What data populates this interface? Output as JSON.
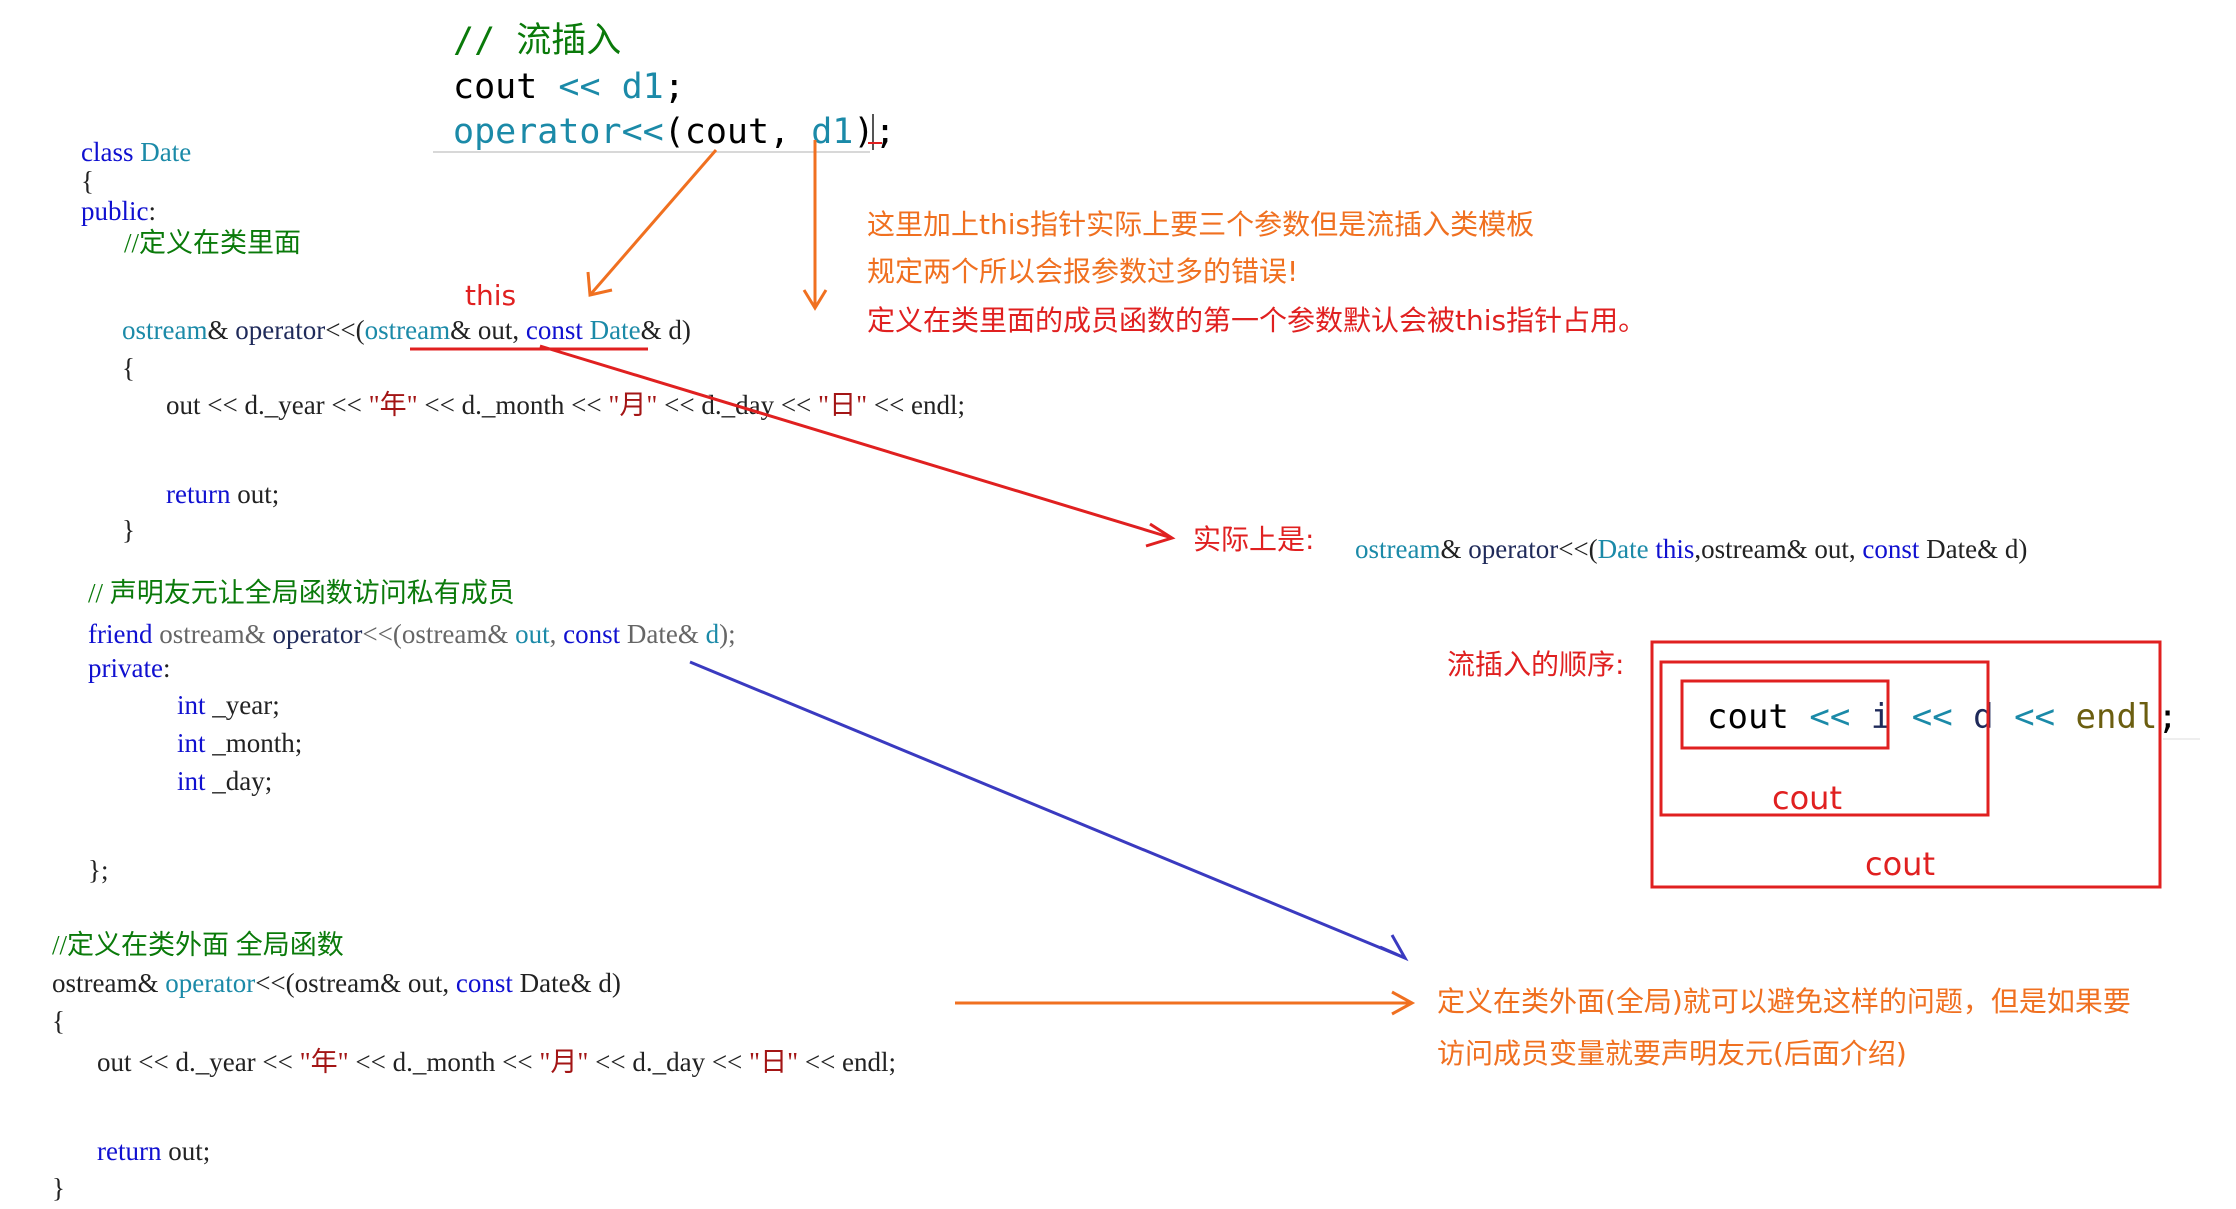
{
  "top_snippet": {
    "comment": "// 流插入",
    "line1_cout": "cout",
    "line1_op": "<<",
    "line1_d1": "d1",
    "line1_end": ";",
    "line2_fn": "operator<<",
    "line2_args": "(cout, ",
    "line2_d1": "d1",
    "line2_end": ");"
  },
  "class_code": {
    "kw_class": "class",
    "name": "Date",
    "open_brace": "{",
    "kw_public": "public",
    "colon": ":",
    "comment_inside": "//定义在类里面",
    "this_label": "this",
    "sig_type": "ostream",
    "sig_amp": "&",
    "sig_fn": "operator",
    "sig_op": "<<(",
    "sig_p1": "ostream",
    "sig_p1b": "& out, ",
    "sig_const": "const",
    "sig_date": "Date",
    "sig_end": "& d)",
    "body_open": "{",
    "body_out": "out << d._year << ",
    "str_year": "\"年\"",
    "body_mid1": " << d._month << ",
    "str_month": "\"月\"",
    "body_mid2": " << d._day << ",
    "str_day": "\"日\"",
    "body_endl": " << endl;",
    "kw_return": "return",
    "return_val": " out;",
    "body_close": "}",
    "comment_friend": "// 声明友元让全局函数访问私有成员",
    "kw_friend": "friend",
    "friend_t1": " ostream& ",
    "friend_fn": "operator",
    "friend_op": "<<",
    "friend_args1": "(ostream& ",
    "friend_out": "out",
    "friend_comma": ", ",
    "friend_const": "const",
    "friend_date": " Date& ",
    "friend_d": "d",
    "friend_end": ");",
    "kw_private": "private",
    "kw_int": "int",
    "member_year": " _year;",
    "member_month": " _month;",
    "member_day": " _day;",
    "class_end": "};"
  },
  "global_code": {
    "comment": "//定义在类外面 全局函数",
    "sig_t": "ostream& ",
    "sig_fn": "operator",
    "sig_args": "<<(ostream& out, ",
    "sig_const": "const",
    "sig_end": " Date& d)",
    "open": "{",
    "body_out": "out << d._year << ",
    "str_year": "\"年\"",
    "body_mid1": " << d._month << ",
    "str_month": "\"月\"",
    "body_mid2": " << d._day << ",
    "str_day": "\"日\"",
    "body_endl": " << endl;",
    "kw_return": "return",
    "return_val": " out;",
    "close": "}"
  },
  "annotations": {
    "note_line1": "这里加上this指针实际上要三个参数但是流插入类模板",
    "note_line2": "规定两个所以会报参数过多的错误!",
    "note_line3": "定义在类里面的成员函数的第一个参数默认会被this指针占用。",
    "actual_label": "实际上是:",
    "actual_type": "ostream",
    "actual_amp": "& ",
    "actual_fn": "operator",
    "actual_op": "<<(",
    "actual_date": "Date ",
    "actual_this": "this",
    "actual_mid": ",ostream& out, ",
    "actual_const": "const",
    "actual_end": " Date& d)",
    "order_label": "流插入的顺序:",
    "order_cout": "cout",
    "order_op1": " << ",
    "order_i": "i",
    "order_op2": " << ",
    "order_d": "d",
    "order_op3": " << ",
    "order_endl": "endl",
    "order_semi": ";",
    "inner_cout": "cout",
    "outer_cout": "cout",
    "global_note1": "定义在类外面(全局)就可以避免这样的问题，但是如果要",
    "global_note2": "访问成员变量就要声明友元(后面介绍)"
  },
  "colors": {
    "keyword": "#1010d0",
    "type": "#1b8aa8",
    "comment": "#0a7a0a",
    "string": "#a31515",
    "red_annotation": "#e02020",
    "orange_annotation": "#f07020",
    "blue_arrow": "#3a3ac0"
  }
}
